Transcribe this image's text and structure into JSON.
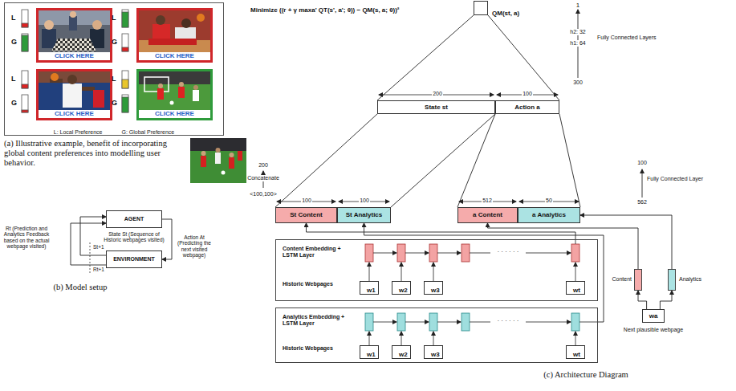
{
  "diagram": {
    "nodes": [
      {
        "text": [
          "L: Local Preference",
          "G: Global Preference"
        ]
      },
      {
        "text": [
          "CLICK HERE"
        ],
        "in": 0
      },
      {
        "text": [
          "CLICK HERE"
        ],
        "in": 0
      },
      {
        "text": [
          "CLICK HERE"
        ],
        "in": 0
      },
      {
        "text": [
          "CLICK HERE"
        ],
        "in": 0
      },
      {
        "text": [
          "AGENT"
        ]
      },
      {
        "text": [
          "ENVIRONMENT"
        ]
      },
      {
        "text": [
          "QM(st, a)"
        ]
      },
      {
        "text": [
          "State st"
        ]
      },
      {
        "text": [
          "Action a"
        ]
      },
      {
        "text": [
          "St Content"
        ]
      },
      {
        "text": [
          "St Analytics"
        ]
      },
      {
        "text": [
          "a Content"
        ]
      },
      {
        "text": [
          "a Analytics"
        ]
      },
      {
        "text": [
          "Content Embedding + LSTM Layer",
          "Historic Webpages"
        ]
      },
      {
        "text": [
          "w1"
        ],
        "in": 14
      },
      {
        "text": [
          "w2"
        ],
        "in": 14
      },
      {
        "text": [
          "w3"
        ],
        "in": 14
      },
      {
        "text": [
          "wt"
        ],
        "in": 14
      },
      {
        "text": [
          "Analytics Embedding + LSTM Layer",
          "Historic Webpages"
        ]
      },
      {
        "text": [
          "w1"
        ],
        "in": 19
      },
      {
        "text": [
          "w2"
        ],
        "in": 19
      },
      {
        "text": [
          "w3"
        ],
        "in": 19
      },
      {
        "text": [
          "wt"
        ],
        "in": 19
      },
      {
        "text": [
          "Content"
        ]
      },
      {
        "text": [
          "Analytics"
        ]
      },
      {
        "text": [
          "wa"
        ]
      }
    ],
    "edges": [
      {
        "from": 5,
        "to": 6,
        "arrow": "to"
      },
      {
        "from": 6,
        "to": 5,
        "arrow": "to"
      },
      {
        "from": 6,
        "to": 5,
        "arrow": "to"
      },
      {
        "from": 8,
        "to": 7,
        "arrow": "none"
      },
      {
        "from": 9,
        "to": 7,
        "arrow": "none"
      },
      {
        "from": 10,
        "to": 8,
        "arrow": "none"
      },
      {
        "from": 11,
        "to": 8,
        "arrow": "none"
      },
      {
        "from": 12,
        "to": 9,
        "arrow": "none"
      },
      {
        "from": 13,
        "to": 9,
        "arrow": "none"
      },
      {
        "from": 14,
        "to": 10,
        "arrow": "to"
      },
      {
        "from": 19,
        "to": 11,
        "arrow": "to"
      },
      {
        "from": 26,
        "to": 24,
        "arrow": "to"
      },
      {
        "from": 26,
        "to": 25,
        "arrow": "to"
      },
      {
        "from": 24,
        "to": 12,
        "arrow": "to"
      },
      {
        "from": 25,
        "to": 13,
        "arrow": "to"
      }
    ],
    "labels": [
      "L",
      "G",
      "L",
      "G",
      "L",
      "G",
      "L",
      "G",
      "(a) Illustrative example, benefit of incorporating global content preferences into modelling user behavior.",
      "Rt (Prediction and Analytics Feedback based on the actual webpage visited)",
      "State St (Sequence of Historic webpages visited)",
      "Action At (Predicting the next visited webpage)",
      "St+1",
      "Rt+1",
      "(b) Model setup",
      "Minimize ((r + γ maxa' QT(s', a'; θ)) − QM(s, a; θ))²",
      "1",
      "h2: 32",
      "h1: 64",
      "Fully Connected Layers",
      "300",
      "200",
      "100",
      "200",
      "Concatenate",
      "<100,100>",
      "100",
      "100",
      "512",
      "50",
      "100",
      "Fully Connected Layer",
      "562",
      "· · · · · ·",
      "· · · · · ·",
      "Next plausible webpage",
      "(c) Architecture Diagram"
    ]
  }
}
